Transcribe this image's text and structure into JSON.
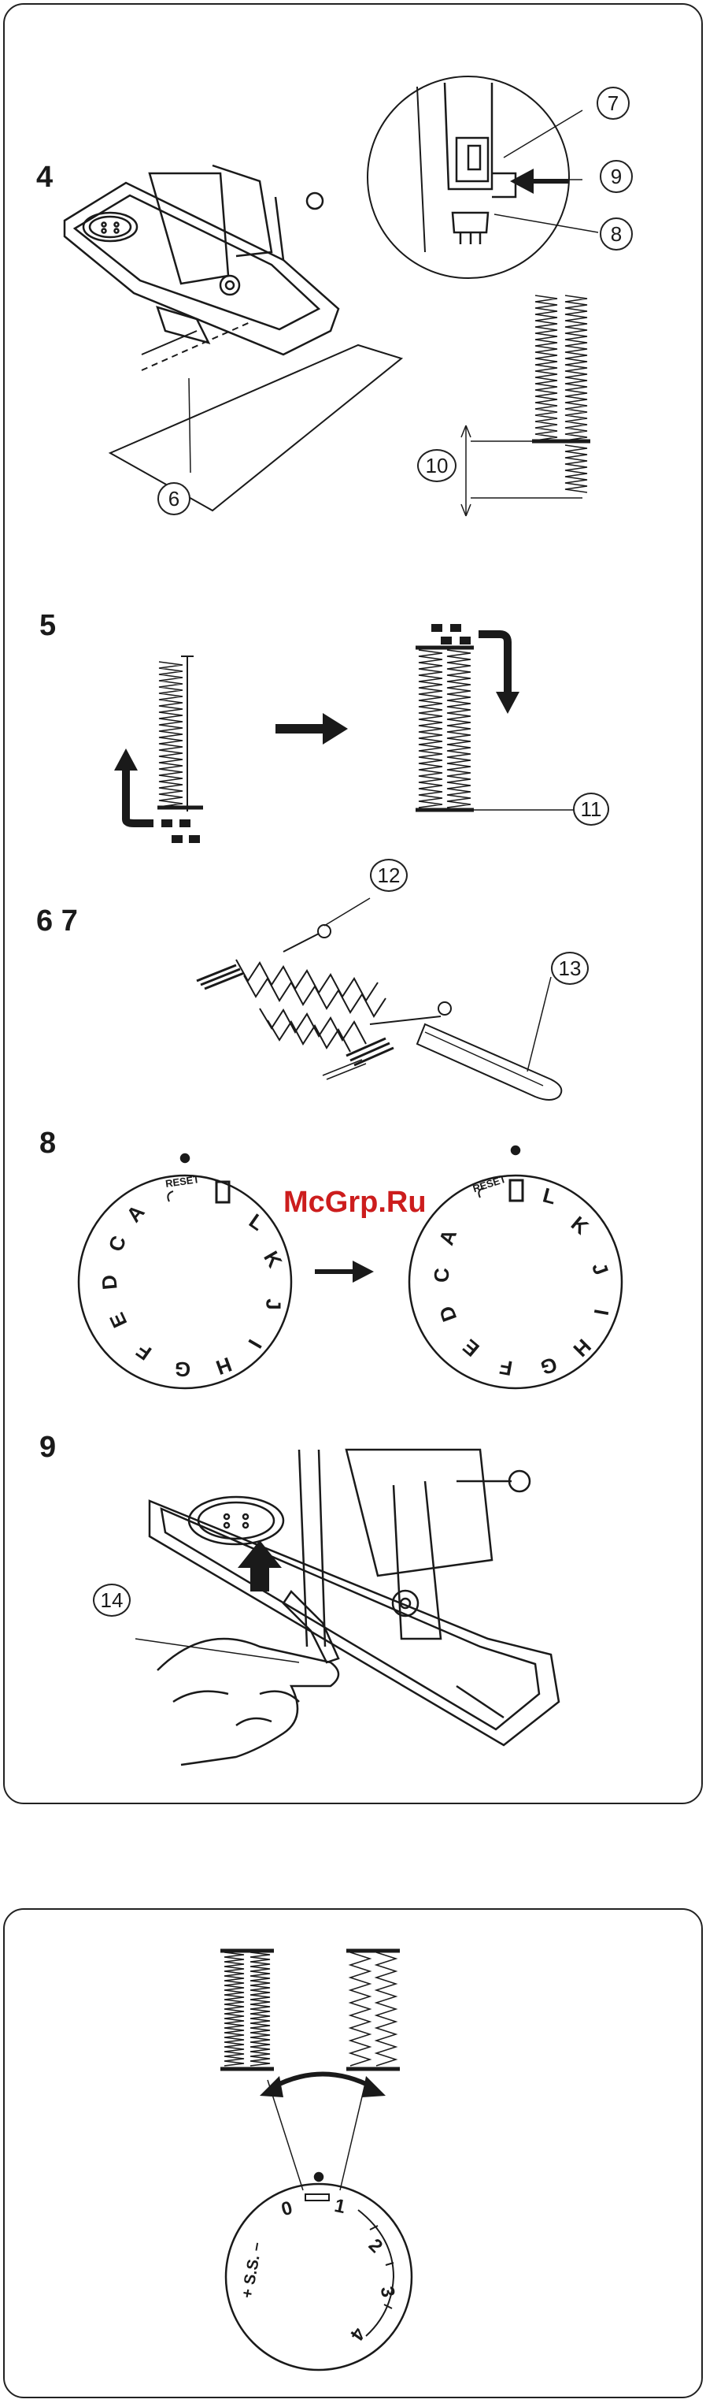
{
  "steps": {
    "s4": "4",
    "s5": "5",
    "s67": "6 7",
    "s8": "8",
    "s9": "9"
  },
  "callouts": {
    "c6": "6",
    "c7": "7",
    "c8": "8",
    "c9": "9",
    "c10": "10",
    "c11": "11",
    "c12": "12",
    "c13": "13",
    "c14": "14"
  },
  "watermark": "McGrp.Ru",
  "dial_left": {
    "reset": "RESET",
    "letters": [
      "L",
      "K",
      "J",
      "I",
      "H",
      "G",
      "F",
      "E",
      "D",
      "C",
      "A"
    ]
  },
  "dial_right": {
    "reset": "RESET",
    "letters": [
      "L",
      "K",
      "J",
      "I",
      "H",
      "G",
      "F",
      "E",
      "D",
      "C",
      "A"
    ]
  },
  "balance_dial": {
    "numbers": [
      "0",
      "1",
      "2",
      "3",
      "4"
    ],
    "ss_label": "+ S.S. –"
  },
  "colors": {
    "line": "#1a1a1a",
    "watermark": "#cc1d1d"
  }
}
